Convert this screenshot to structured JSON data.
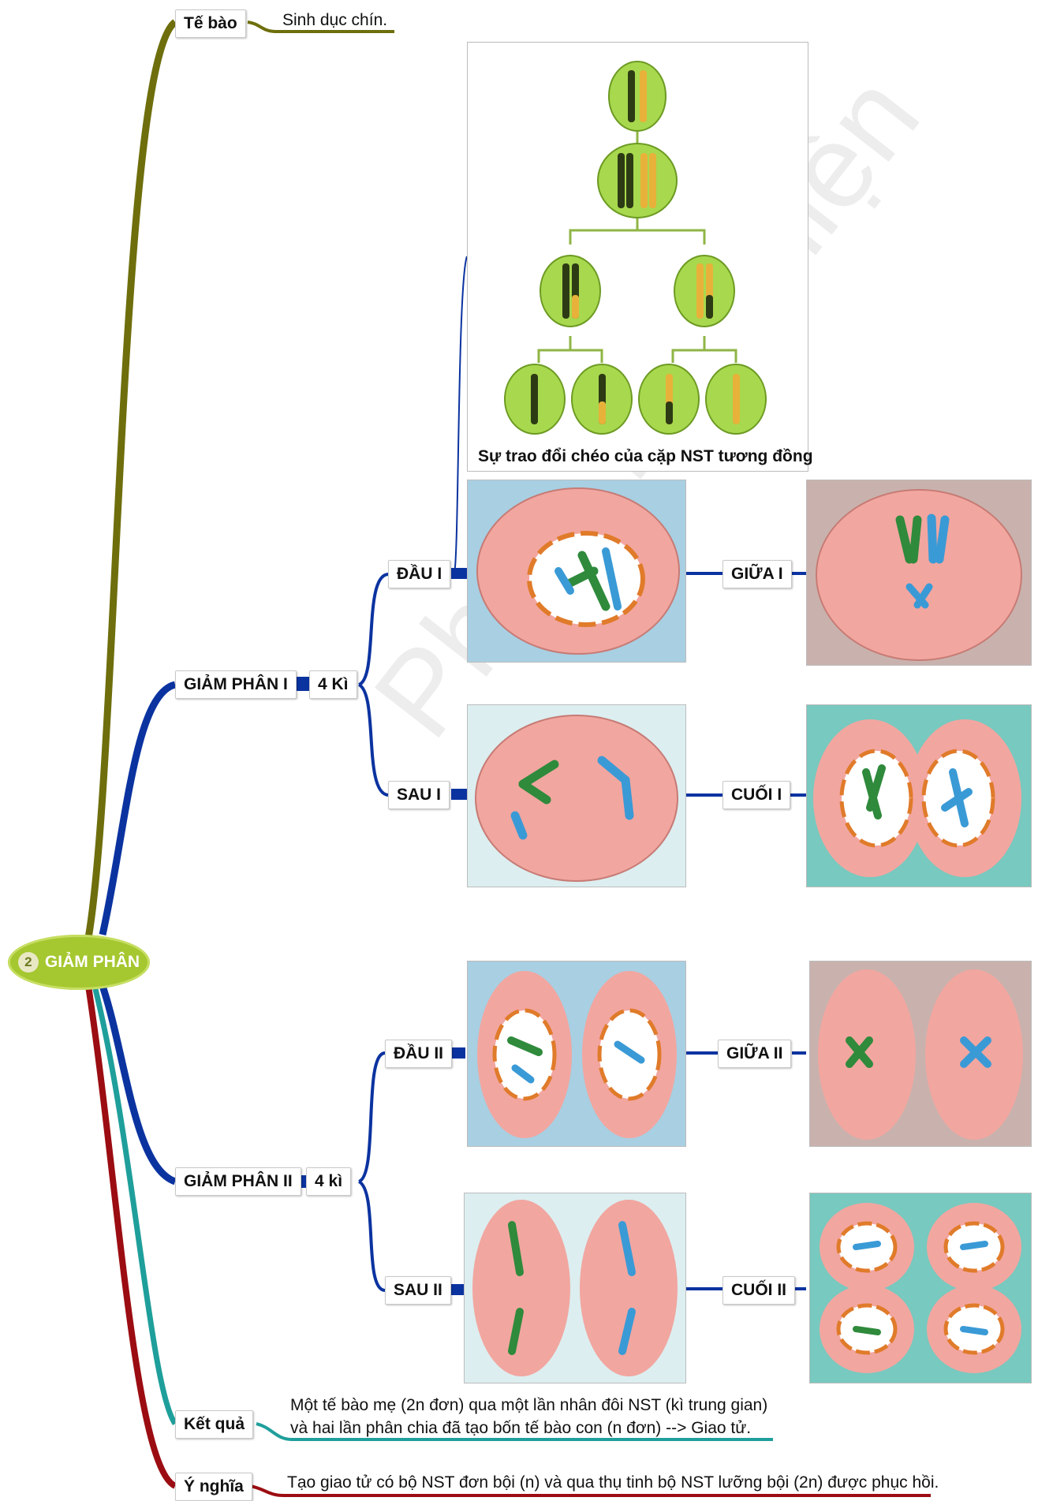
{
  "root": {
    "number": "2",
    "label": "GIẢM PHÂN"
  },
  "te_bao": {
    "label": "Tế bào",
    "text": "Sinh dục chín."
  },
  "crossover_caption": "Sự trao đổi chéo của cặp NST tương đồng",
  "gp1": {
    "label": "GIẢM PHÂN I",
    "ki": "4 Kì",
    "dau": "ĐẦU I",
    "giua": "GIỮA I",
    "sau": "SAU I",
    "cuoi": "CUỐI I"
  },
  "gp2": {
    "label": "GIẢM PHÂN II",
    "ki": "4 kì",
    "dau": "ĐẦU II",
    "giua": "GIỮA II",
    "sau": "SAU II",
    "cuoi": "CUỐI II"
  },
  "ket_qua": {
    "label": "Kết quả",
    "line1": "Một tế bào mẹ (2n đơn) qua một lần nhân đôi NST (kì trung gian)",
    "line2": "và hai lần phân chia đã tạo bốn tế bào con (n đơn) --> Giao tử."
  },
  "y_nghia": {
    "label": "Ý nghĩa",
    "text": "Tạo giao tử có bộ NST đơn bội (n) và qua thụ tinh bộ NST lưỡng bội (2n) được phục hồi."
  },
  "watermark": "Phan Tài Thiện",
  "colors": {
    "olive": "#6e6e0c",
    "navy": "#0b33a0",
    "teal": "#1f9f9b",
    "maroon": "#9b0d12",
    "root": "#a5c72f"
  }
}
